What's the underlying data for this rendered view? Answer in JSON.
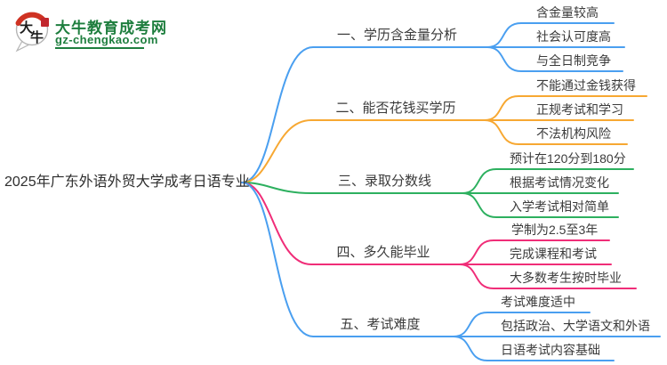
{
  "logo": {
    "title": "大牛教育成考网",
    "domain": "gz-chengkao.com",
    "icon_char1": "大",
    "icon_char2": "牛",
    "colors": {
      "green": "#1e7e3e",
      "red": "#cf3222",
      "seal_red": "#c1272d"
    }
  },
  "root": {
    "label": "2025年广东外语外贸大学成考日语专业"
  },
  "branches": [
    {
      "label": "一、学历含金量分析",
      "color": "#4a9ff0",
      "children": [
        "含金量较高",
        "社会认可度高",
        "与全日制竞争"
      ]
    },
    {
      "label": "二、能否花钱买学历",
      "color": "#f7a832",
      "children": [
        "不能通过金钱获得",
        "正规考试和学习",
        "不法机构风险"
      ]
    },
    {
      "label": "三、录取分数线",
      "color": "#2db05f",
      "children": [
        "预计在120分到180分",
        "根据考试情况变化",
        "入学考试相对简单"
      ]
    },
    {
      "label": "四、多久能毕业",
      "color": "#f02d78",
      "children": [
        "学制为2.5至3年",
        "完成课程和考试",
        "大多数考生按时毕业"
      ]
    },
    {
      "label": "五、考试难度",
      "color": "#4a9ff0",
      "children": [
        "考试难度适中",
        "包括政治、大学语文和外语",
        "日语考试内容基础"
      ]
    }
  ]
}
